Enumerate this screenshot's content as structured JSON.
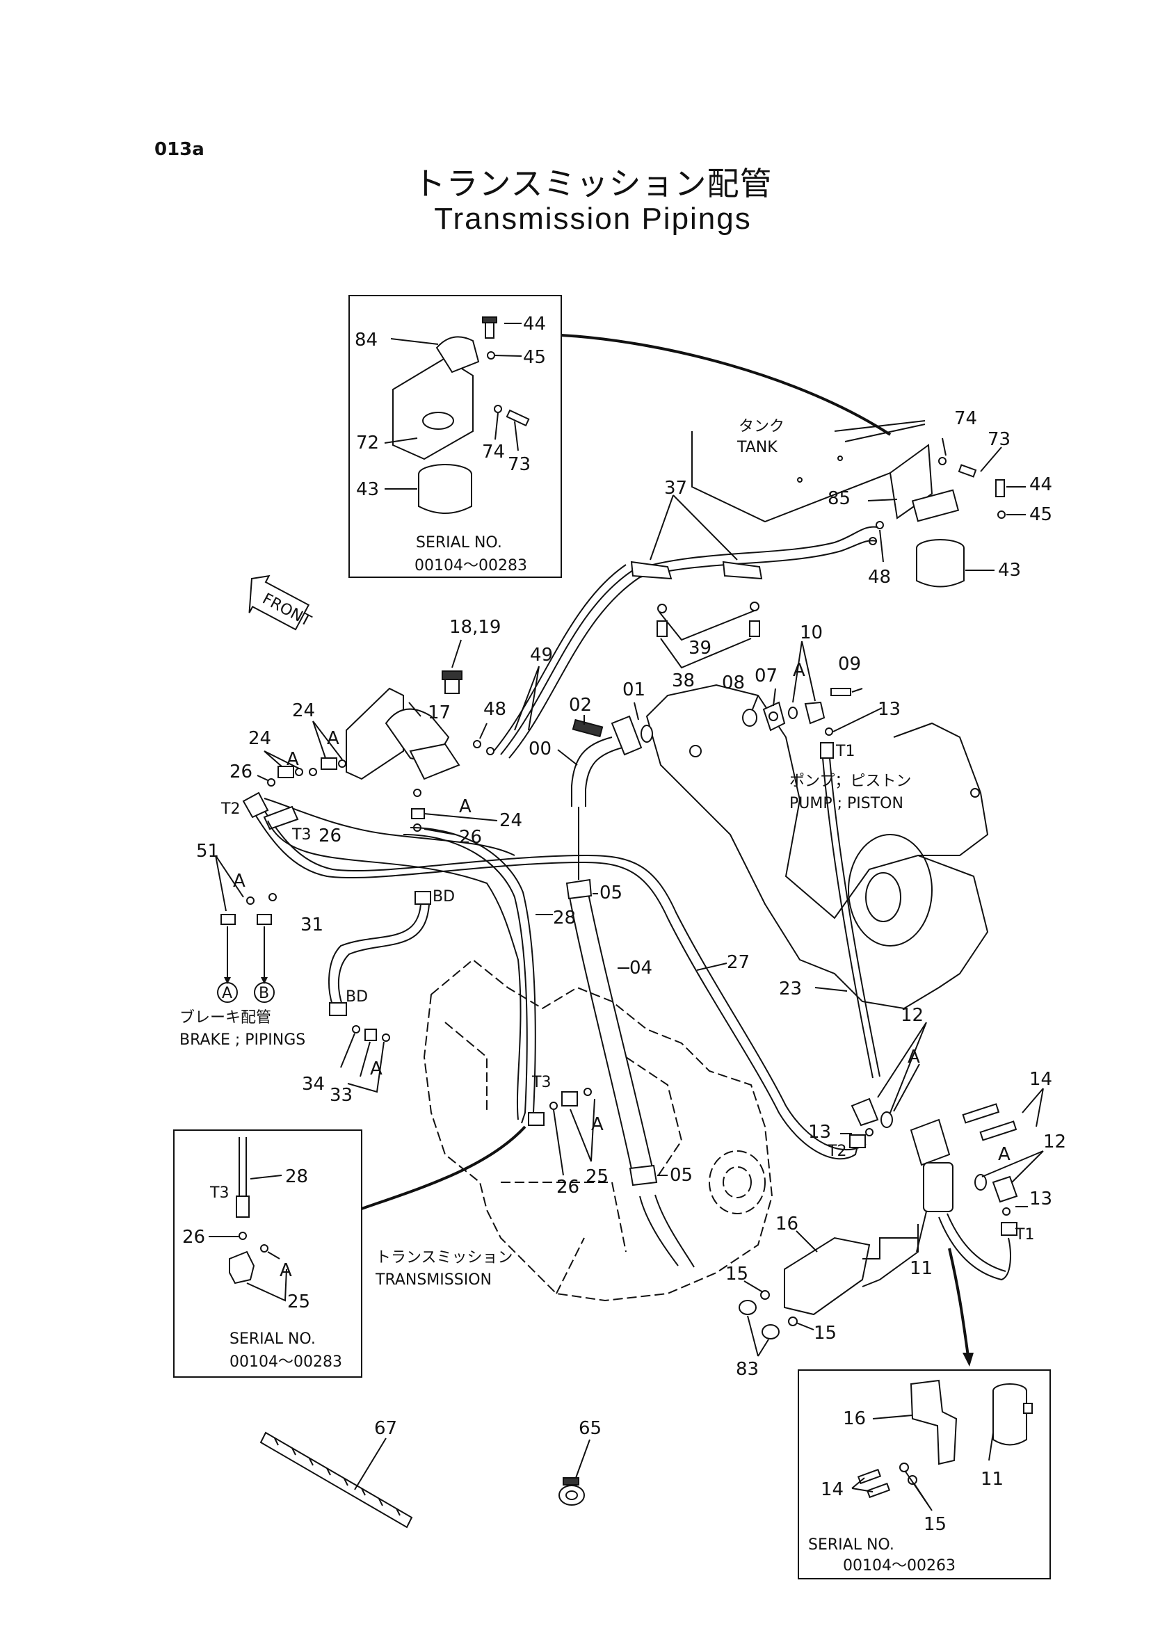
{
  "page_code": "013a",
  "title_jp": "トランスミッション配管",
  "title_en": "Transmission Pipings",
  "insets": [
    {
      "serial_label": "SERIAL  NO.",
      "serial_range": "00104～00283"
    },
    {
      "serial_label": "SERIAL   NO.",
      "serial_range": "00104～00283"
    },
    {
      "serial_label": "SERIAL  NO.",
      "serial_range": "00104～00263"
    }
  ],
  "annotations": {
    "tank_jp": "タンク",
    "tank_en": "TANK",
    "pump_jp": "ポンプ；ピストン",
    "pump_en": "PUMP ; PISTON",
    "brake_jp": "ブレーキ配管",
    "brake_en": "BRAKE ; PIPINGS",
    "transmission_jp": "トランスミッション",
    "transmission_en": "TRANSMISSION",
    "front": "FRONT",
    "circle_a": "A",
    "circle_b": "B"
  },
  "callouts": {
    "c44a": "44",
    "c45a": "45",
    "c84": "84",
    "c72": "72",
    "c74a": "74",
    "c73a": "73",
    "c43a": "43",
    "c74b": "74",
    "c73b": "73",
    "c85": "85",
    "c44b": "44",
    "c45b": "45",
    "c48a": "48",
    "c43b": "43",
    "c37": "37",
    "c39": "39",
    "c38": "38",
    "c10": "10",
    "cA1": "A",
    "c08": "08",
    "c07": "07",
    "c09": "09",
    "c13a": "13",
    "c1819": "18,19",
    "c49": "49",
    "c48b": "48",
    "c02": "02",
    "c01": "01",
    "c00": "00",
    "cT1a": "T1",
    "c24a": "24",
    "c24b": "24",
    "cA2": "A",
    "cA3": "A",
    "c17": "17",
    "c26a": "26",
    "cT2a": "T2",
    "cT3a": "T3",
    "c26b": "26",
    "cA4": "A",
    "c24c": "24",
    "c26c": "26",
    "c51": "51",
    "cA5": "A",
    "cBD1": "BD",
    "c31": "31",
    "cBD2": "BD",
    "c05a": "05",
    "c28a": "28",
    "c04": "04",
    "c27": "27",
    "c23": "23",
    "c12a": "12",
    "cA6": "A",
    "c34": "34",
    "c33": "33",
    "cA7": "A",
    "cT3b": "T3",
    "cA8": "A",
    "c26d": "26",
    "c25a": "25",
    "c05b": "05",
    "c13b": "13",
    "cT2b": "T2",
    "c14a": "14",
    "c12b": "12",
    "cA9": "A",
    "c13c": "13",
    "cT1b": "T1",
    "c16a": "16",
    "c11a": "11",
    "c15a": "15",
    "c15b": "15",
    "c83": "83",
    "c28b": "28",
    "cT3c": "T3",
    "c26e": "26",
    "cA10": "A",
    "c25b": "25",
    "c67": "67",
    "c65": "65",
    "c16b": "16",
    "c14b": "14",
    "c15c": "15",
    "c11b": "11"
  }
}
